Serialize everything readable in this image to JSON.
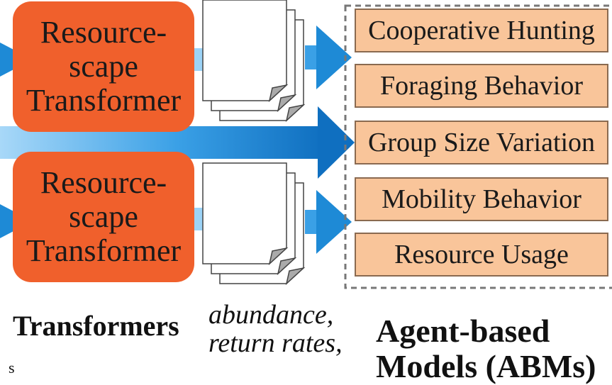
{
  "transformers": [
    {
      "lines": [
        "Resource-",
        "scape",
        "Transformer"
      ]
    },
    {
      "lines": [
        "Resource-",
        "scape",
        "Transformer"
      ]
    }
  ],
  "abms": [
    {
      "label": "Cooperative Hunting"
    },
    {
      "label": "Foraging Behavior"
    },
    {
      "label": "Group Size Variation"
    },
    {
      "label": "Mobility Behavior"
    },
    {
      "label": "Resource Usage"
    }
  ],
  "footer": {
    "transformers_heading": "Transformers",
    "metrics_line1": "abundance,",
    "metrics_line2": "return rates,",
    "abm_heading_line1": "Agent-based",
    "abm_heading_line2": "Models (ABMs)",
    "clipped_char": "s"
  },
  "colors": {
    "transformer_fill": "#f0602c",
    "abm_fill": "#f9c59a",
    "arrow_blue": "#1e8ad6",
    "arrow_light": "#9cd3f7"
  }
}
